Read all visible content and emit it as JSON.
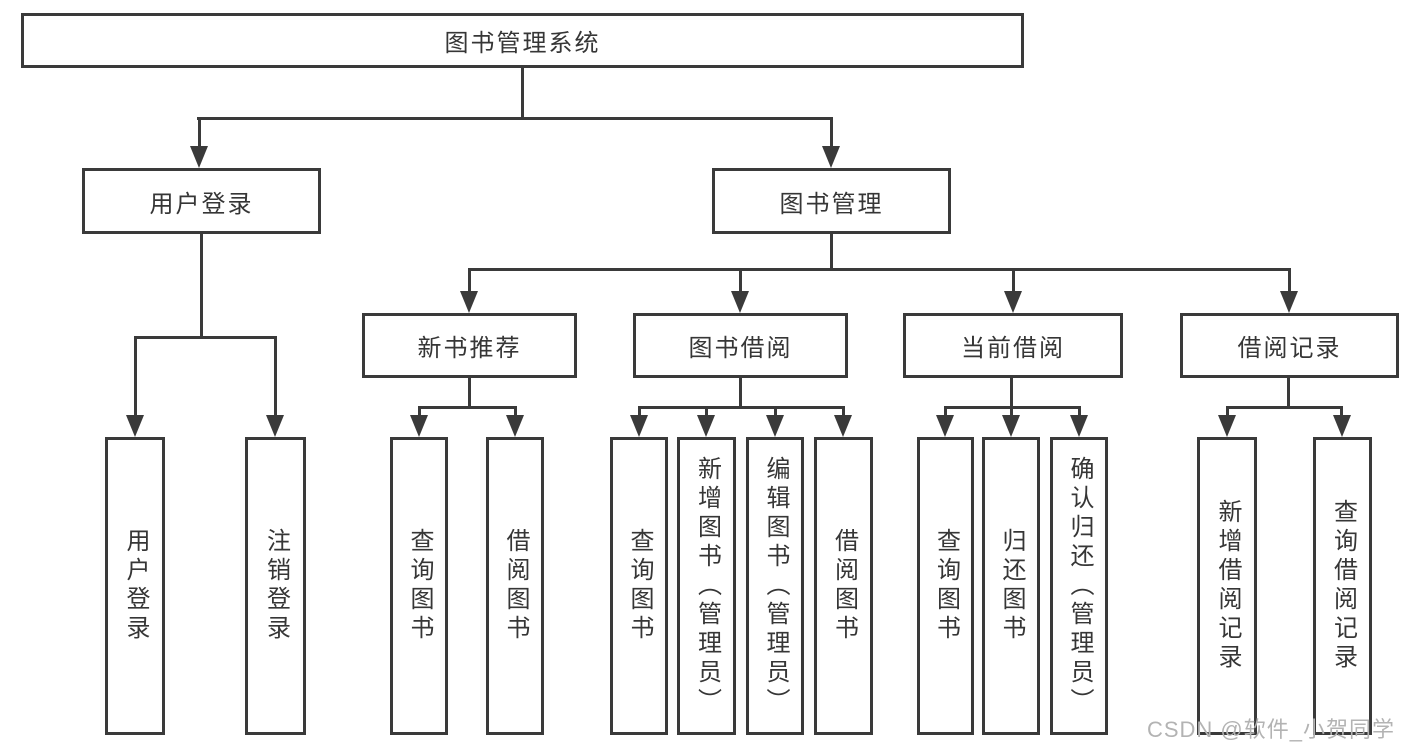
{
  "title": "图书管理系统",
  "tree": {
    "label": "图书管理系统",
    "children": [
      {
        "label": "用户登录",
        "children": [
          {
            "label": "用户登录"
          },
          {
            "label": "注销登录"
          }
        ]
      },
      {
        "label": "图书管理",
        "children": [
          {
            "label": "新书推荐",
            "children": [
              {
                "label": "查询图书"
              },
              {
                "label": "借阅图书"
              }
            ]
          },
          {
            "label": "图书借阅",
            "children": [
              {
                "label": "查询图书"
              },
              {
                "label": "新增图书（管理员）"
              },
              {
                "label": "编辑图书（管理员）"
              },
              {
                "label": "借阅图书"
              }
            ]
          },
          {
            "label": "当前借阅",
            "children": [
              {
                "label": "查询图书"
              },
              {
                "label": "归还图书"
              },
              {
                "label": "确认归还（管理员）"
              }
            ]
          },
          {
            "label": "借阅记录",
            "children": [
              {
                "label": "新增借阅记录"
              },
              {
                "label": "查询借阅记录"
              }
            ]
          }
        ]
      }
    ]
  },
  "watermark": "CSDN @软件_小贺同学",
  "colors": {
    "line": "#3a3a3a",
    "text": "#363636",
    "watermark": "#b3b3b3",
    "background": "#ffffff"
  }
}
